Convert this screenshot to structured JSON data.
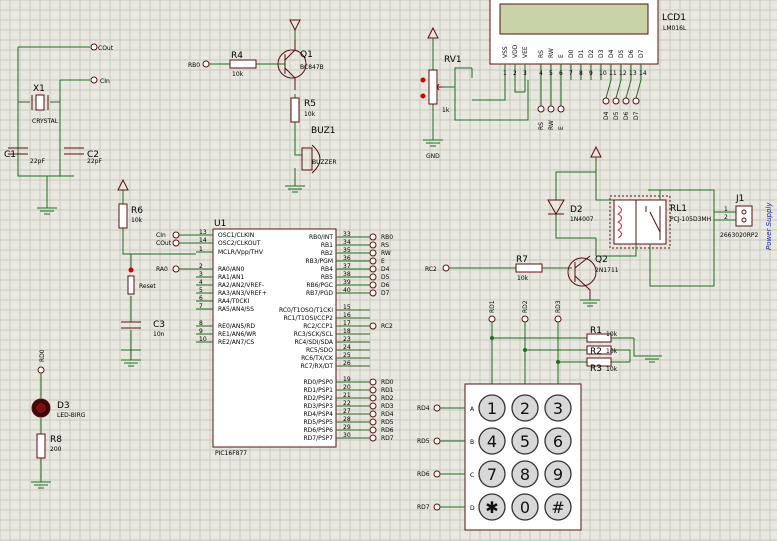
{
  "colors": {
    "background": "#e8e8e0",
    "grid": "#c9c9bd",
    "wire": "#1e6e1e",
    "component": "#5a1010",
    "chip": "#ffffff",
    "lcd_screen": "#c8d4a8",
    "pin_red": "#cc0000",
    "watermark": "#1a2aa0"
  },
  "crystal": {
    "ref": "X1",
    "type": "CRYSTAL",
    "out1": "COut",
    "out2": "CIn"
  },
  "c1": {
    "ref": "C1",
    "value": "22pF"
  },
  "c2": {
    "ref": "C2",
    "value": "22pF"
  },
  "r4": {
    "ref": "R4",
    "value": "10k",
    "net": "RB0"
  },
  "q1": {
    "ref": "Q1",
    "part": "BC847B"
  },
  "r5": {
    "ref": "R5",
    "value": "10k"
  },
  "buz": {
    "ref": "BUZ1",
    "part": "BUZZER"
  },
  "rv1": {
    "ref": "RV1",
    "value": "1k",
    "gnd": "GND"
  },
  "lcd": {
    "ref": "LCD1",
    "part": "LM016L",
    "pins": [
      "VSS",
      "VDD",
      "VEE",
      "RS",
      "RW",
      "E",
      "D0",
      "D1",
      "D2",
      "D3",
      "D4",
      "D5",
      "D6",
      "D7"
    ],
    "pin_numbers": [
      "1",
      "2",
      "3",
      "4",
      "5",
      "6",
      "7",
      "8",
      "9",
      "10",
      "11",
      "12",
      "13",
      "14"
    ],
    "nets_ctrl": [
      "RS",
      "RW",
      "E"
    ],
    "nets_data": [
      "D4",
      "D5",
      "D6",
      "D7"
    ]
  },
  "r6": {
    "ref": "R6",
    "value": "10k"
  },
  "reset": {
    "label": "Reset"
  },
  "c3": {
    "ref": "C3",
    "value": "10n"
  },
  "d3": {
    "ref": "D3",
    "part": "LED-BIRG",
    "net": "RD0"
  },
  "r8": {
    "ref": "R8",
    "value": "200"
  },
  "u1": {
    "ref": "U1",
    "part": "PIC16F877",
    "left": [
      {
        "pin": "13",
        "name": "OSC1/CLKIN",
        "net": "CIn"
      },
      {
        "pin": "14",
        "name": "OSC2/CLKOUT",
        "net": "COut"
      },
      {
        "pin": "1",
        "name": "MCLR/Vpp/THV",
        "net": ""
      },
      {
        "pin": "2",
        "name": "RA0/AN0",
        "net": "RA0"
      },
      {
        "pin": "3",
        "name": "RA1/AN1",
        "net": ""
      },
      {
        "pin": "4",
        "name": "RA2/AN2/VREF-",
        "net": ""
      },
      {
        "pin": "5",
        "name": "RA3/AN3/VREF+",
        "net": ""
      },
      {
        "pin": "6",
        "name": "RA4/T0CKI",
        "net": ""
      },
      {
        "pin": "7",
        "name": "RA5/AN4/SS",
        "net": ""
      },
      {
        "pin": "8",
        "name": "RE0/AN5/RD",
        "net": ""
      },
      {
        "pin": "9",
        "name": "RE1/AN6/WR",
        "net": ""
      },
      {
        "pin": "10",
        "name": "RE2/AN7/CS",
        "net": ""
      }
    ],
    "right_b": [
      {
        "pin": "33",
        "name": "RB0/INT",
        "net": "RB0"
      },
      {
        "pin": "34",
        "name": "RB1",
        "net": "RS"
      },
      {
        "pin": "35",
        "name": "RB2",
        "net": "RW"
      },
      {
        "pin": "36",
        "name": "RB3/PGM",
        "net": "E"
      },
      {
        "pin": "37",
        "name": "RB4",
        "net": "D4"
      },
      {
        "pin": "38",
        "name": "RB5",
        "net": "D5"
      },
      {
        "pin": "39",
        "name": "RB6/PGC",
        "net": "D6"
      },
      {
        "pin": "40",
        "name": "RB7/PGD",
        "net": "D7"
      }
    ],
    "right_c": [
      {
        "pin": "15",
        "name": "RC0/T1OSO/T1CKI",
        "net": ""
      },
      {
        "pin": "16",
        "name": "RC1/T1OSI/CCP2",
        "net": ""
      },
      {
        "pin": "17",
        "name": "RC2/CCP1",
        "net": "RC2"
      },
      {
        "pin": "18",
        "name": "RC3/SCK/SCL",
        "net": ""
      },
      {
        "pin": "23",
        "name": "RC4/SDI/SDA",
        "net": ""
      },
      {
        "pin": "24",
        "name": "RC5/SDO",
        "net": ""
      },
      {
        "pin": "25",
        "name": "RC6/TX/CK",
        "net": ""
      },
      {
        "pin": "26",
        "name": "RC7/RX/DT",
        "net": ""
      }
    ],
    "right_d": [
      {
        "pin": "19",
        "name": "RD0/PSP0",
        "net": "RD0"
      },
      {
        "pin": "20",
        "name": "RD1/PSP1",
        "net": "RD1"
      },
      {
        "pin": "21",
        "name": "RD2/PSP2",
        "net": "RD2"
      },
      {
        "pin": "22",
        "name": "RD3/PSP3",
        "net": "RD3"
      },
      {
        "pin": "27",
        "name": "RD4/PSP4",
        "net": "RD4"
      },
      {
        "pin": "28",
        "name": "RD5/PSP5",
        "net": "RD5"
      },
      {
        "pin": "29",
        "name": "RD6/PSP6",
        "net": "RD6"
      },
      {
        "pin": "30",
        "name": "RD7/PSP7",
        "net": "RD7"
      }
    ]
  },
  "d2": {
    "ref": "D2",
    "part": "1N4007"
  },
  "rl1": {
    "ref": "RL1",
    "part": "PCJ-105D3MH"
  },
  "j1": {
    "ref": "J1",
    "part": "2663020RP2",
    "pin1": "1",
    "pin2": "2"
  },
  "r7": {
    "ref": "R7",
    "value": "10k",
    "net": "RC2"
  },
  "q2": {
    "ref": "Q2",
    "part": "2N1711"
  },
  "rpack": {
    "r1": "R1",
    "r2": "R2",
    "r3": "R3",
    "v1": "10k",
    "v2": "10k",
    "v3": "10k"
  },
  "keypad": {
    "col_nets": [
      "RD1",
      "RD2",
      "RD3"
    ],
    "col_nums": [
      "1",
      "2",
      "3"
    ],
    "row_nets": [
      "RD4",
      "RD5",
      "RD6",
      "RD7"
    ],
    "row_letters": [
      "A",
      "B",
      "C",
      "D"
    ],
    "keys": [
      "1",
      "2",
      "3",
      "4",
      "5",
      "6",
      "7",
      "8",
      "9",
      "✱",
      "0",
      "#"
    ]
  },
  "watermark": "Power Supply"
}
